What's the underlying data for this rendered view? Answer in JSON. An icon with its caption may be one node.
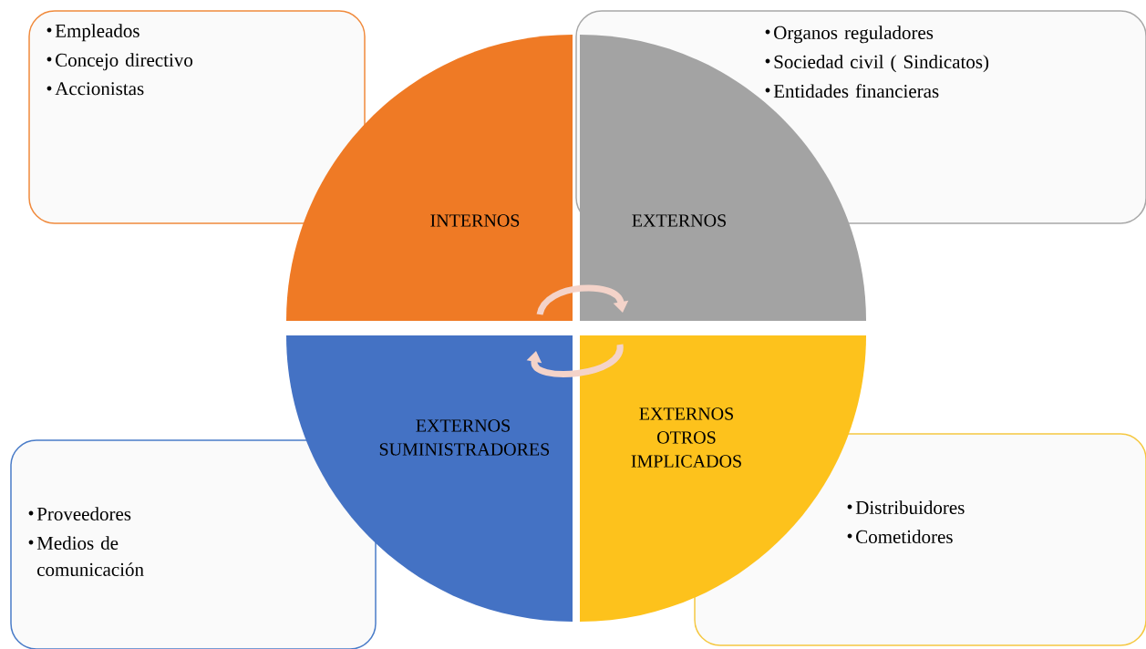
{
  "diagram": {
    "nodes": [
      {
        "text": [
          "Empleados",
          "Concejo directivo",
          "Accionistas"
        ]
      },
      {
        "text": [
          "Organos reguladores",
          "Sociedad civil ( Sindicatos)",
          "Entidades financieras"
        ]
      },
      {
        "text": [
          "Proveedores",
          "Medios de comunicación"
        ]
      },
      {
        "text": [
          "Distribuidores",
          "Cometidores"
        ]
      },
      {
        "text": [
          "INTERNOS"
        ]
      },
      {
        "text": [
          "EXTERNOS"
        ]
      },
      {
        "text": [
          "EXTERNOS SUMINISTRADORES"
        ]
      },
      {
        "text": [
          "EXTERNOS OTROS IMPLICADOS"
        ]
      }
    ],
    "edges": [
      {
        "from": 4,
        "to": 5,
        "arrow": "to"
      },
      {
        "from": 7,
        "to": 6,
        "arrow": "to"
      }
    ]
  }
}
